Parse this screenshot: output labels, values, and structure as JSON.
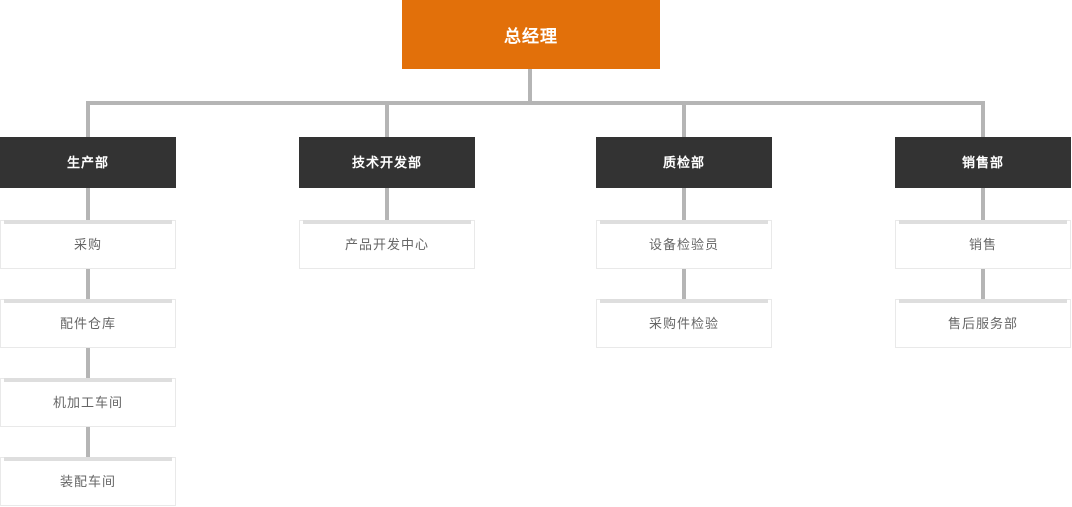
{
  "root": {
    "label": "总经理"
  },
  "departments": [
    {
      "label": "生产部",
      "children": [
        "采购",
        "配件仓库",
        "机加工车间",
        "装配车间"
      ]
    },
    {
      "label": "技术开发部",
      "children": [
        "产品开发中心"
      ]
    },
    {
      "label": "质检部",
      "children": [
        "设备检验员",
        "采购件检验"
      ]
    },
    {
      "label": "销售部",
      "children": [
        "销售",
        "售后服务部"
      ]
    }
  ],
  "colors": {
    "root_bg": "#e2700a",
    "root_text": "#ffffff",
    "dept_bg": "#333333",
    "dept_text": "#ffffff",
    "node_bg": "#ffffff",
    "node_border": "#e9e9e9",
    "node_top_bar": "#dedede",
    "node_text": "#666666",
    "connector": "#b5b5b5",
    "background": "#ffffff"
  }
}
